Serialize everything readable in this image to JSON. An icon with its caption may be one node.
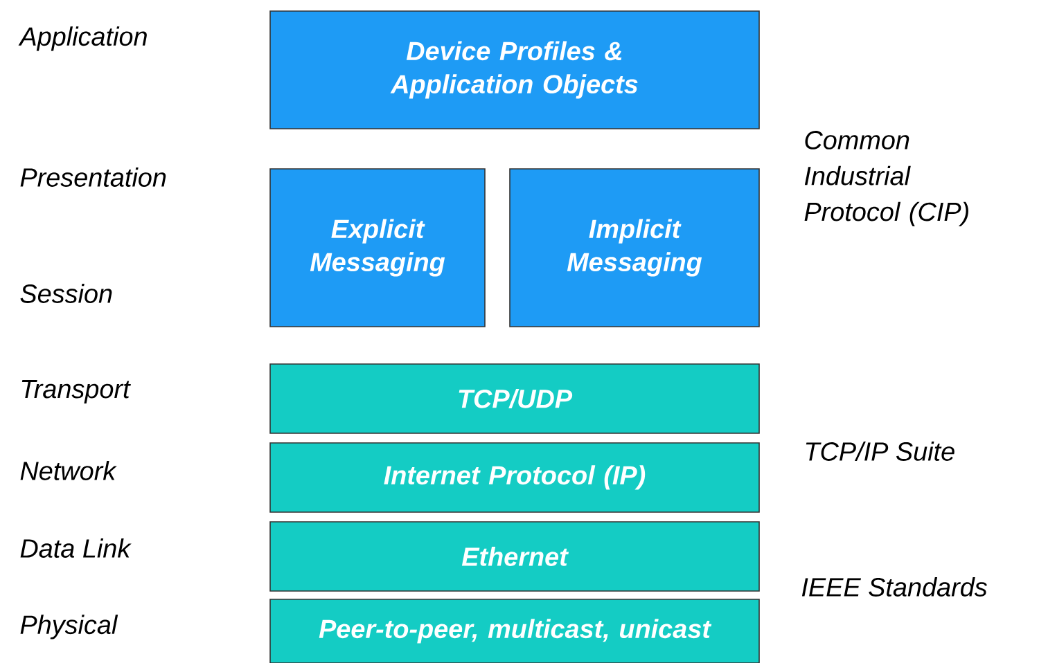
{
  "diagram": {
    "nodes": [
      {
        "text": [
          "Device Profiles & Application Objects"
        ]
      },
      {
        "text": [
          "Explicit Messaging"
        ]
      },
      {
        "text": [
          "Implicit Messaging"
        ]
      },
      {
        "text": [
          "TCP/UDP"
        ]
      },
      {
        "text": [
          "Internet Protocol (IP)"
        ]
      },
      {
        "text": [
          "Ethernet"
        ]
      },
      {
        "text": [
          "Peer-to-peer, multicast, unicast"
        ]
      }
    ],
    "labels": [
      "Application",
      "Common Industrial Protocol (CIP)",
      "Presentation",
      "Session",
      "Transport",
      "TCP/IP Suite",
      "Network",
      "Data Link",
      "IEEE Standards",
      "Physical"
    ]
  }
}
